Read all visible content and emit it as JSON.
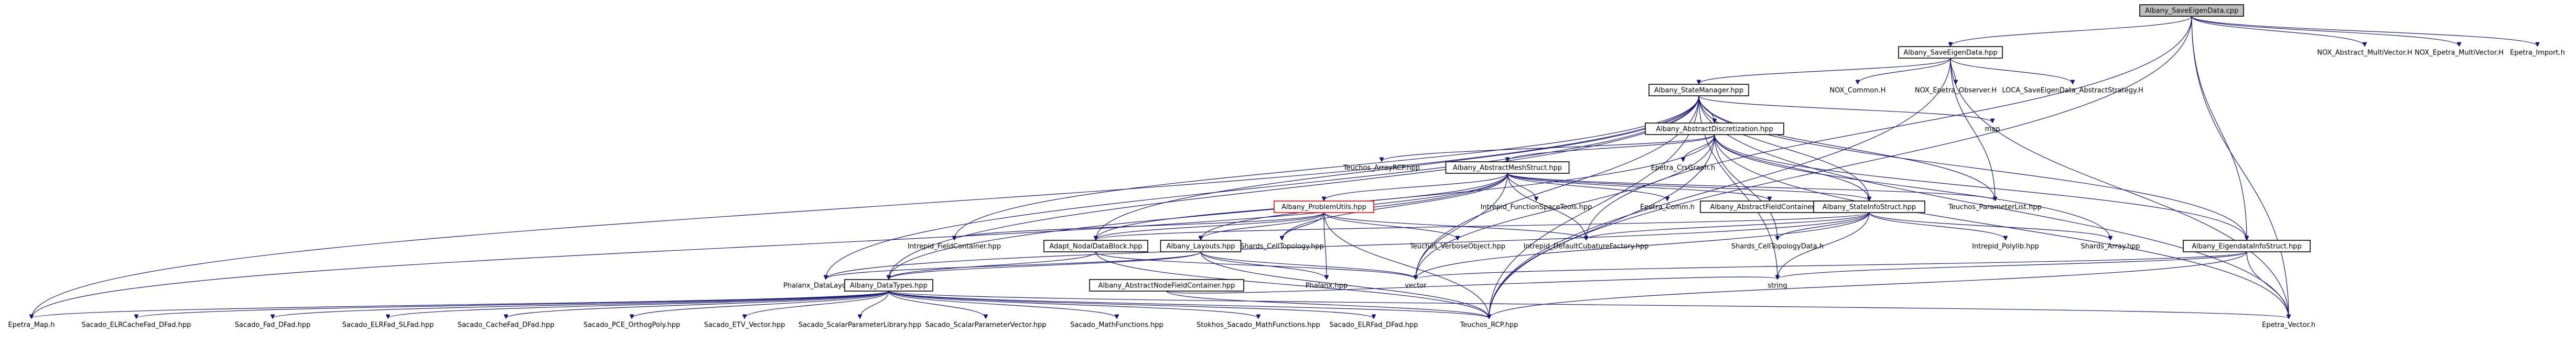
{
  "diagram": {
    "colors": {
      "edge": "#191970",
      "root_fill": "#bfbfbf",
      "red_border": "#ff0000",
      "node_border": "#000000",
      "node_fill": "#ffffff"
    },
    "nodes": [
      {
        "id": "root",
        "label": "Albany_SaveEigenData.cpp",
        "style": "root"
      },
      {
        "id": "savehpp",
        "label": "Albany_SaveEigenData.hpp",
        "style": "box"
      },
      {
        "id": "noxmv",
        "label": "NOX_Abstract_MultiVector.H",
        "style": "plain"
      },
      {
        "id": "noxepmv",
        "label": "NOX_Epetra_MultiVector.H",
        "style": "plain"
      },
      {
        "id": "epimport",
        "label": "Epetra_Import.h",
        "style": "plain"
      },
      {
        "id": "statemgr",
        "label": "Albany_StateManager.hpp",
        "style": "box"
      },
      {
        "id": "noxcommon",
        "label": "NOX_Common.H",
        "style": "plain"
      },
      {
        "id": "noxobs",
        "label": "NOX_Epetra_Observer.H",
        "style": "plain"
      },
      {
        "id": "locasave",
        "label": "LOCA_SaveEigenData_AbstractStrategy.H",
        "style": "plain"
      },
      {
        "id": "absdisc",
        "label": "Albany_AbstractDiscretization.hpp",
        "style": "box"
      },
      {
        "id": "map",
        "label": "map",
        "style": "plain"
      },
      {
        "id": "teuchosarcp",
        "label": "Teuchos_ArrayRCP.hpp",
        "style": "plain"
      },
      {
        "id": "absmesh",
        "label": "Albany_AbstractMeshStruct.hpp",
        "style": "box"
      },
      {
        "id": "epcrs",
        "label": "Epetra_CrsGraph.h",
        "style": "plain"
      },
      {
        "id": "teuchospl",
        "label": "Teuchos_ParameterList.hpp",
        "style": "plain"
      },
      {
        "id": "intfs",
        "label": "Intrepid_FunctionSpaceTools.hpp",
        "style": "plain"
      },
      {
        "id": "epcomm",
        "label": "Epetra_Comm.h",
        "style": "plain"
      },
      {
        "id": "absfield",
        "label": "Albany_AbstractFieldContainer.hpp",
        "style": "box"
      },
      {
        "id": "statefs",
        "label": "Albany_StateInfoStruct.hpp",
        "style": "box"
      },
      {
        "id": "probutils",
        "label": "Albany_ProblemUtils.hpp",
        "style": "red"
      },
      {
        "id": "intfc",
        "label": "Intrepid_FieldContainer.hpp",
        "style": "plain"
      },
      {
        "id": "adapt",
        "label": "Adapt_NodalDataBlock.hpp",
        "style": "box"
      },
      {
        "id": "shardsct",
        "label": "Shards_CellTopology.hpp",
        "style": "plain"
      },
      {
        "id": "layouts",
        "label": "Albany_Layouts.hpp",
        "style": "box"
      },
      {
        "id": "teuchosvo",
        "label": "Teuchos_VerboseObject.hpp",
        "style": "plain"
      },
      {
        "id": "intdcf",
        "label": "Intrepid_DefaultCubatureFactory.hpp",
        "style": "plain"
      },
      {
        "id": "shardsctd",
        "label": "Shards_CellTopologyData.h",
        "style": "plain"
      },
      {
        "id": "intpoly",
        "label": "Intrepid_Polylib.hpp",
        "style": "plain"
      },
      {
        "id": "shardsarr",
        "label": "Shards_Array.hpp",
        "style": "plain"
      },
      {
        "id": "eigeninfo",
        "label": "Albany_EigendataInfoStruct.hpp",
        "style": "box"
      },
      {
        "id": "phxdl",
        "label": "Phalanx_DataLayout.hpp",
        "style": "plain"
      },
      {
        "id": "datatypes",
        "label": "Albany_DataTypes.hpp",
        "style": "box"
      },
      {
        "id": "absnode",
        "label": "Albany_AbstractNodeFieldContainer.hpp",
        "style": "box"
      },
      {
        "id": "phalanx",
        "label": "Phalanx.hpp",
        "style": "plain"
      },
      {
        "id": "vector",
        "label": "vector",
        "style": "plain"
      },
      {
        "id": "string",
        "label": "string",
        "style": "plain"
      },
      {
        "id": "epmap",
        "label": "Epetra_Map.h",
        "style": "plain"
      },
      {
        "id": "sacelrc",
        "label": "Sacado_ELRCacheFad_DFad.hpp",
        "style": "plain"
      },
      {
        "id": "sacfad",
        "label": "Sacado_Fad_DFad.hpp",
        "style": "plain"
      },
      {
        "id": "sacelrs",
        "label": "Sacado_ELRFad_SLFad.hpp",
        "style": "plain"
      },
      {
        "id": "saccache",
        "label": "Sacado_CacheFad_DFad.hpp",
        "style": "plain"
      },
      {
        "id": "sacpce",
        "label": "Sacado_PCE_OrthogPoly.hpp",
        "style": "plain"
      },
      {
        "id": "sacetv",
        "label": "Sacado_ETV_Vector.hpp",
        "style": "plain"
      },
      {
        "id": "sacspl",
        "label": "Sacado_ScalarParameterLibrary.hpp",
        "style": "plain"
      },
      {
        "id": "sacspv",
        "label": "Sacado_ScalarParameterVector.hpp",
        "style": "plain"
      },
      {
        "id": "sacmath",
        "label": "Sacado_MathFunctions.hpp",
        "style": "plain"
      },
      {
        "id": "stokhos",
        "label": "Stokhos_Sacado_MathFunctions.hpp",
        "style": "plain"
      },
      {
        "id": "sacelrd",
        "label": "Sacado_ELRFad_DFad.hpp",
        "style": "plain"
      },
      {
        "id": "teuchosrcp",
        "label": "Teuchos_RCP.hpp",
        "style": "plain"
      },
      {
        "id": "epvec",
        "label": "Epetra_Vector.h",
        "style": "plain"
      }
    ],
    "edges": [
      [
        "root",
        "savehpp"
      ],
      [
        "root",
        "noxmv"
      ],
      [
        "root",
        "noxepmv"
      ],
      [
        "root",
        "epimport"
      ],
      [
        "root",
        "teuchosrcp"
      ],
      [
        "root",
        "epvec"
      ],
      [
        "root",
        "eigeninfo"
      ],
      [
        "root",
        "intdcf"
      ],
      [
        "savehpp",
        "statemgr"
      ],
      [
        "savehpp",
        "noxcommon"
      ],
      [
        "savehpp",
        "noxobs"
      ],
      [
        "savehpp",
        "locasave"
      ],
      [
        "savehpp",
        "teuchospl"
      ],
      [
        "savehpp",
        "epvec"
      ],
      [
        "savehpp",
        "teuchosrcp"
      ],
      [
        "statemgr",
        "absdisc"
      ],
      [
        "statemgr",
        "map"
      ],
      [
        "statemgr",
        "teuchospl"
      ],
      [
        "statemgr",
        "statefs"
      ],
      [
        "statemgr",
        "eigeninfo"
      ],
      [
        "statemgr",
        "adapt"
      ],
      [
        "statemgr",
        "intfc"
      ],
      [
        "statemgr",
        "phxdl"
      ],
      [
        "statemgr",
        "datatypes"
      ],
      [
        "statemgr",
        "vector"
      ],
      [
        "statemgr",
        "string"
      ],
      [
        "statemgr",
        "teuchosrcp"
      ],
      [
        "statemgr",
        "epvec"
      ],
      [
        "statemgr",
        "epmap"
      ],
      [
        "absdisc",
        "teuchosarcp"
      ],
      [
        "absdisc",
        "absmesh"
      ],
      [
        "absdisc",
        "epcrs"
      ],
      [
        "absdisc",
        "statefs"
      ],
      [
        "absdisc",
        "shardsctd"
      ],
      [
        "absdisc",
        "shardsarr"
      ],
      [
        "absdisc",
        "vector"
      ],
      [
        "absdisc",
        "teuchosrcp"
      ],
      [
        "absdisc",
        "epvec"
      ],
      [
        "absdisc",
        "datatypes"
      ],
      [
        "absdisc",
        "eigeninfo"
      ],
      [
        "absmesh",
        "intfs"
      ],
      [
        "absmesh",
        "epcomm"
      ],
      [
        "absmesh",
        "absfield"
      ],
      [
        "absmesh",
        "statefs"
      ],
      [
        "absmesh",
        "probutils"
      ],
      [
        "absmesh",
        "teuchospl"
      ],
      [
        "absmesh",
        "adapt"
      ],
      [
        "absmesh",
        "shardsct"
      ],
      [
        "absmesh",
        "intdcf"
      ],
      [
        "absmesh",
        "layouts"
      ],
      [
        "absmesh",
        "vector"
      ],
      [
        "absmesh",
        "epmap"
      ],
      [
        "statefs",
        "intpoly"
      ],
      [
        "statefs",
        "shardsarr"
      ],
      [
        "statefs",
        "shardsctd"
      ],
      [
        "statefs",
        "intdcf"
      ],
      [
        "statefs",
        "adapt"
      ],
      [
        "statefs",
        "vector"
      ],
      [
        "statefs",
        "string"
      ],
      [
        "statefs",
        "phxdl"
      ],
      [
        "probutils",
        "adapt"
      ],
      [
        "probutils",
        "shardsct"
      ],
      [
        "probutils",
        "layouts"
      ],
      [
        "probutils",
        "teuchosvo"
      ],
      [
        "probutils",
        "intdcf"
      ],
      [
        "probutils",
        "phalanx"
      ],
      [
        "probutils",
        "teuchosrcp"
      ],
      [
        "probutils",
        "intfc"
      ],
      [
        "adapt",
        "datatypes"
      ],
      [
        "adapt",
        "teuchosrcp"
      ],
      [
        "adapt",
        "vector"
      ],
      [
        "layouts",
        "phxdl"
      ],
      [
        "layouts",
        "datatypes"
      ],
      [
        "layouts",
        "phalanx"
      ],
      [
        "layouts",
        "vector"
      ],
      [
        "layouts",
        "teuchosrcp"
      ],
      [
        "eigeninfo",
        "string"
      ],
      [
        "eigeninfo",
        "epvec"
      ],
      [
        "eigeninfo",
        "teuchosrcp"
      ],
      [
        "eigeninfo",
        "vector"
      ],
      [
        "datatypes",
        "epmap"
      ],
      [
        "datatypes",
        "sacelrc"
      ],
      [
        "datatypes",
        "sacfad"
      ],
      [
        "datatypes",
        "sacelrs"
      ],
      [
        "datatypes",
        "saccache"
      ],
      [
        "datatypes",
        "sacpce"
      ],
      [
        "datatypes",
        "sacetv"
      ],
      [
        "datatypes",
        "sacspl"
      ],
      [
        "datatypes",
        "sacspv"
      ],
      [
        "datatypes",
        "sacmath"
      ],
      [
        "datatypes",
        "stokhos"
      ],
      [
        "datatypes",
        "sacelrd"
      ],
      [
        "datatypes",
        "teuchosrcp"
      ],
      [
        "datatypes",
        "epvec"
      ],
      [
        "absnode",
        "teuchosrcp"
      ],
      [
        "absnode",
        "string"
      ]
    ]
  }
}
